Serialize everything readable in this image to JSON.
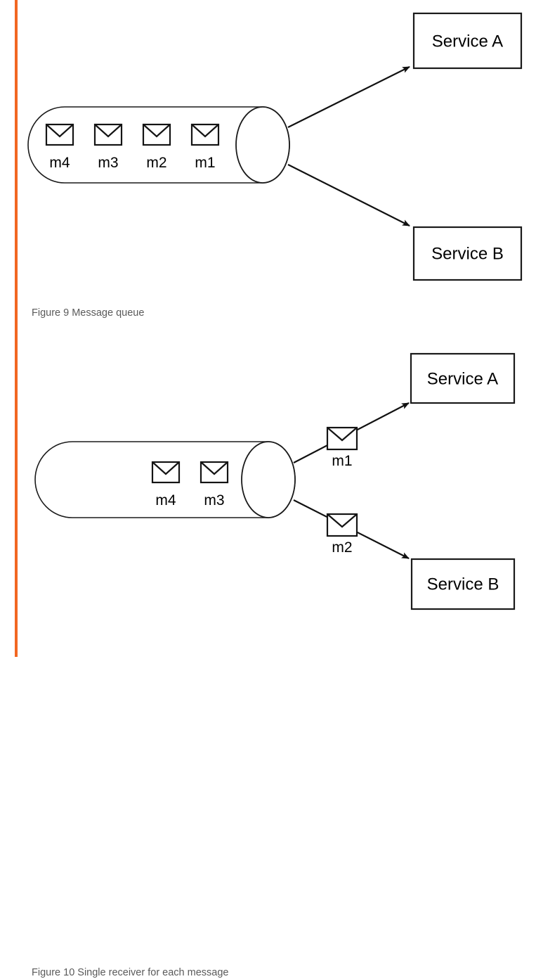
{
  "page": {
    "background_color": "#ffffff",
    "accent_bar_color": "#f26722",
    "stroke_color": "#000000",
    "caption_color": "#5a5a5a"
  },
  "figures": [
    {
      "id": "figure-9",
      "caption": "Figure 9 Message queue",
      "queue": {
        "icon": "cylinder-queue",
        "messages": [
          {
            "label": "m4",
            "icon": "envelope-icon"
          },
          {
            "label": "m3",
            "icon": "envelope-icon"
          },
          {
            "label": "m2",
            "icon": "envelope-icon"
          },
          {
            "label": "m1",
            "icon": "envelope-icon"
          }
        ]
      },
      "consumers": [
        {
          "label": "Service A"
        },
        {
          "label": "Service B"
        }
      ],
      "edges": [
        {
          "from": "queue",
          "to": "Service A",
          "label": ""
        },
        {
          "from": "queue",
          "to": "Service B",
          "label": ""
        }
      ]
    },
    {
      "id": "figure-10",
      "caption": "Figure 10 Single receiver for each message",
      "queue": {
        "icon": "cylinder-queue",
        "messages": [
          {
            "label": "m4",
            "icon": "envelope-icon"
          },
          {
            "label": "m3",
            "icon": "envelope-icon"
          }
        ]
      },
      "consumers": [
        {
          "label": "Service A"
        },
        {
          "label": "Service B"
        }
      ],
      "edges": [
        {
          "from": "queue",
          "to": "Service A",
          "label": "m1",
          "icon": "envelope-icon"
        },
        {
          "from": "queue",
          "to": "Service B",
          "label": "m2",
          "icon": "envelope-icon"
        }
      ]
    }
  ]
}
